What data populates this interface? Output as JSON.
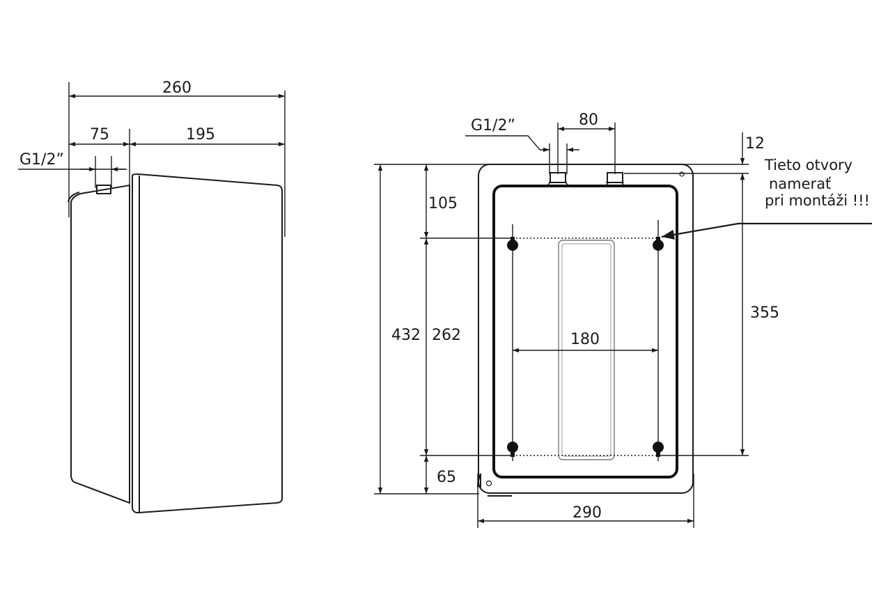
{
  "colors": {
    "line": "#1a1a1a",
    "background": "#ffffff"
  },
  "side_view": {
    "dim_total_width": "260",
    "dim_offset": "75",
    "dim_body_width": "195",
    "pipe_label": "G1/2”"
  },
  "front_view": {
    "pipe_label": "G1/2”",
    "dim_pipe_spacing": "80",
    "dim_top_offset": "12",
    "dim_total_height": "432",
    "dim_top_to_holes": "105",
    "dim_hole_vertical": "262",
    "dim_bottom_to_holes": "65",
    "dim_hole_horizontal": "180",
    "dim_holes_from_top": "355",
    "dim_total_width": "290",
    "note_lines": [
      "Tieto otvory",
      "namerať",
      "pri montáži !!!"
    ]
  }
}
